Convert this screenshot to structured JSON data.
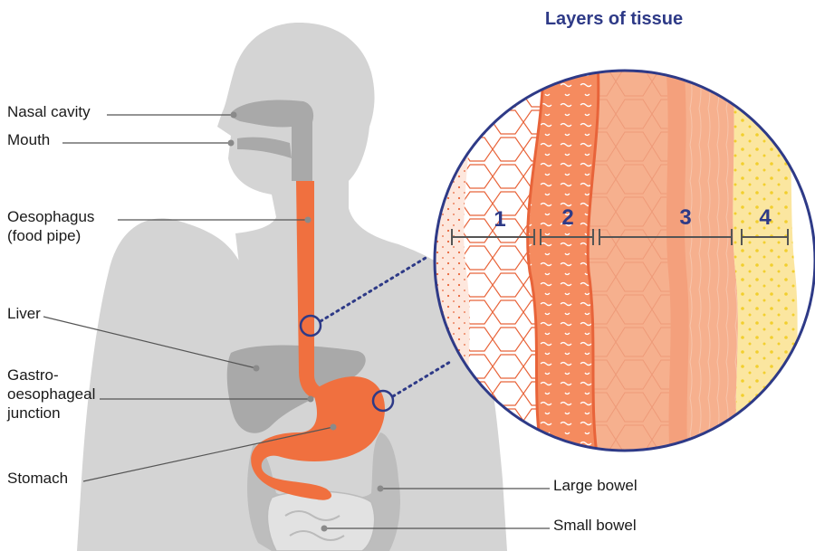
{
  "title": "Layers of tissue",
  "labels": {
    "nasal_cavity": "Nasal cavity",
    "mouth": "Mouth",
    "oesophagus_line1": "Oesophagus",
    "oesophagus_line2": "(food pipe)",
    "liver": "Liver",
    "gej_line1": "Gastro-",
    "gej_line2": "oesophageal",
    "gej_line3": "junction",
    "stomach": "Stomach",
    "large_bowel": "Large bowel",
    "small_bowel": "Small bowel"
  },
  "layers": [
    "1",
    "2",
    "3",
    "4"
  ],
  "colors": {
    "body": "#d4d4d4",
    "organs": "#a9a9a9",
    "digestive": "#f0703f",
    "accent": "#2e3a87",
    "layer_fat": "#fbe6a0",
    "layer_muscle": "#f6b08e",
    "layer_submucosa": "#f58b5f",
    "layer_mucosa": "#fde7dd"
  }
}
